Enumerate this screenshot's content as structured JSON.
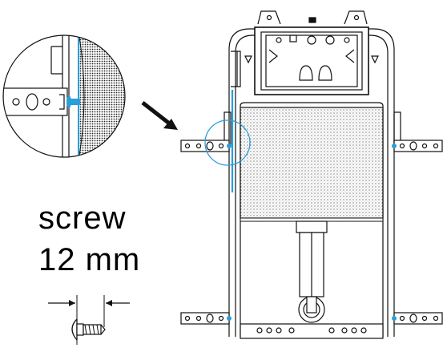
{
  "labels": {
    "screw": "screw",
    "length": "12 mm"
  },
  "colors": {
    "line": "#111111",
    "highlight": "#2a9ed8",
    "background": "#ffffff"
  },
  "icons": {
    "detail": "magnifier-detail-circle",
    "arrow": "pointer-arrow",
    "screw": "screw-icon"
  }
}
